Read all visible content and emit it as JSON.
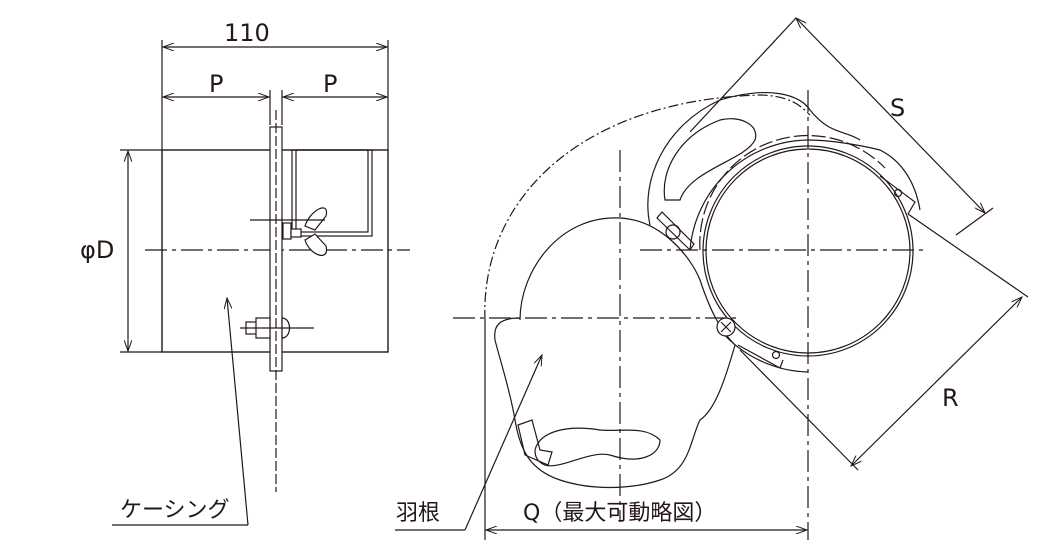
{
  "side_view": {
    "width_dim": "110",
    "p_left": "P",
    "p_right": "P",
    "diameter_dim": "φD",
    "casing_label": "ケーシング"
  },
  "front_view": {
    "blade_label": "羽根",
    "q_dim": "Q（最大可動略図）",
    "s_dim": "S",
    "r_dim": "R"
  },
  "colors": {
    "line": "#231815",
    "background": "#ffffff"
  }
}
